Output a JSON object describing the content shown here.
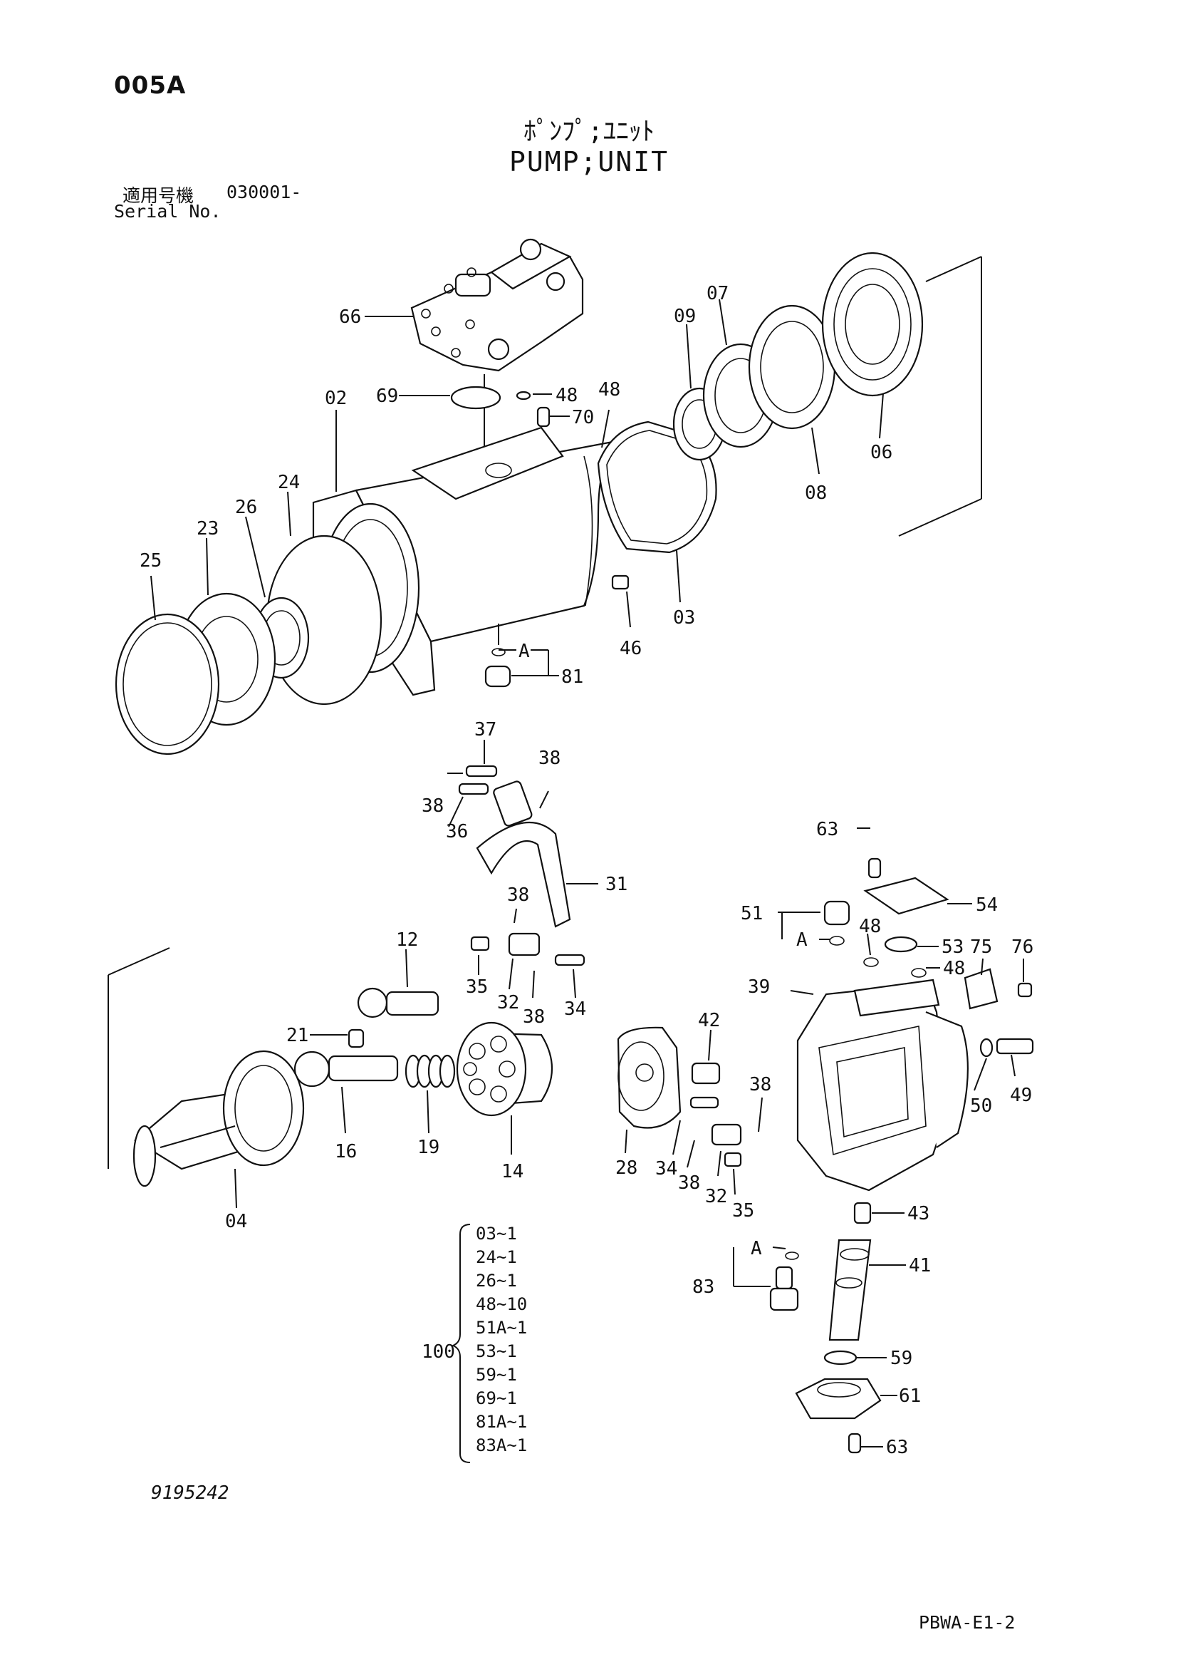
{
  "header": {
    "code": "005A",
    "title_jp": "ﾎﾟﾝﾌﾟ;ﾕﾆｯﾄ",
    "title_en": "PUMP;UNIT",
    "serial_label_jp": "適用号機",
    "serial_label_en": "Serial No.",
    "serial_value": "030001-"
  },
  "footer": {
    "drawing_no": "9195242",
    "sheet_ref": "PBWA-E1-2"
  },
  "callouts": {
    "c66": "66",
    "c69": "69",
    "c48a": "48",
    "c70": "70",
    "c48b": "48",
    "c02": "02",
    "c09": "09",
    "c07": "07",
    "c06": "06",
    "c08": "08",
    "c03": "03",
    "c46": "46",
    "c24": "24",
    "c26": "26",
    "c23": "23",
    "c25": "25",
    "cA1": "A",
    "c81": "81",
    "c37": "37",
    "c38a": "38",
    "c38b": "38",
    "c36": "36",
    "c31": "31",
    "c38c": "38",
    "c35a": "35",
    "c32a": "32",
    "c38d": "38",
    "c34a": "34",
    "c12": "12",
    "c21": "21",
    "c16": "16",
    "c19": "19",
    "c14": "14",
    "c04": "04",
    "c42": "42",
    "c28": "28",
    "c38e": "38",
    "c34b": "34",
    "c38f": "38",
    "c32b": "32",
    "c35b": "35",
    "c63a": "63",
    "c54": "54",
    "c51": "51",
    "cA2": "A",
    "c48c": "48",
    "c53": "53",
    "c75": "75",
    "c76": "76",
    "c48d": "48",
    "c39": "39",
    "c50": "50",
    "c49": "49",
    "c43": "43",
    "cA3": "A",
    "c41": "41",
    "c83": "83",
    "c59": "59",
    "c61": "61",
    "c63b": "63"
  },
  "kit": {
    "number": "100",
    "items": [
      "03~1",
      "24~1",
      "26~1",
      "48~10",
      "51A~1",
      "53~1",
      "59~1",
      "69~1",
      "81A~1",
      "83A~1"
    ]
  }
}
